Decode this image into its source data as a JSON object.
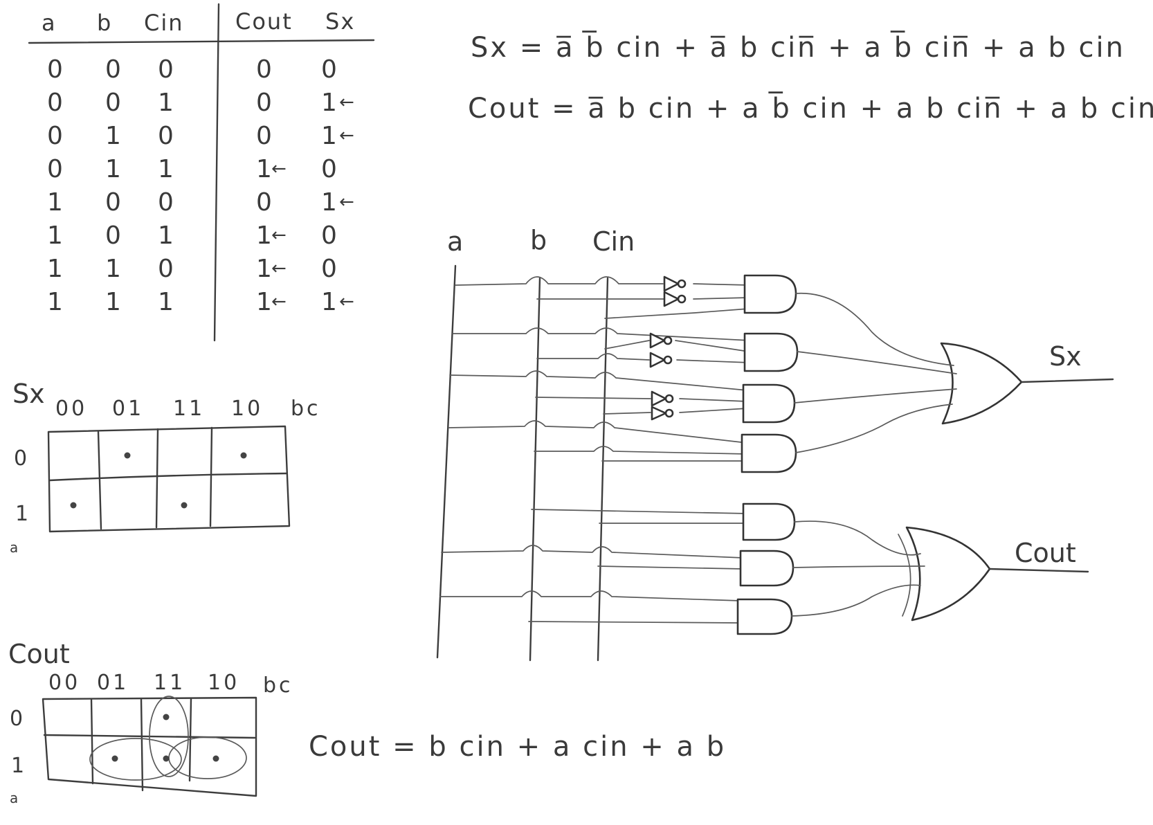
{
  "truth_table": {
    "headers": [
      "a",
      "b",
      "Cin",
      "Cout",
      "Sx"
    ],
    "rows": [
      [
        "0",
        "0",
        "0",
        "0",
        "0"
      ],
      [
        "0",
        "0",
        "1",
        "0",
        "1"
      ],
      [
        "0",
        "1",
        "0",
        "0",
        "1"
      ],
      [
        "0",
        "1",
        "1",
        "1",
        "0"
      ],
      [
        "1",
        "0",
        "0",
        "0",
        "1"
      ],
      [
        "1",
        "0",
        "1",
        "1",
        "0"
      ],
      [
        "1",
        "1",
        "0",
        "1",
        "0"
      ],
      [
        "1",
        "1",
        "1",
        "1",
        "1"
      ]
    ],
    "arrow": "←"
  },
  "equations": {
    "sx": "Sx = a̅ b̅ cin + a̅ b cin̅ + a b̅ cin̅ + a b cin",
    "cout": "Cout = a̅ b cin + a b̅ cin + a b cin̅ + a b cin",
    "cout_simplified": "Cout = b cin + a cin + a b"
  },
  "kmap_sx": {
    "title": "Sx",
    "col_headers": [
      "00",
      "01",
      "11",
      "10"
    ],
    "col_var": "bc",
    "row_headers": [
      "0",
      "1"
    ],
    "row_var": "a",
    "marked_cells": [
      [
        0,
        1
      ],
      [
        0,
        3
      ],
      [
        1,
        0
      ],
      [
        1,
        2
      ]
    ]
  },
  "kmap_cout": {
    "title": "Cout",
    "col_headers": [
      "00",
      "01",
      "11",
      "10"
    ],
    "col_var": "bc",
    "row_headers": [
      "0",
      "1"
    ],
    "row_var": "a",
    "marked_cells": [
      [
        0,
        2
      ],
      [
        1,
        1
      ],
      [
        1,
        2
      ],
      [
        1,
        3
      ]
    ]
  },
  "circuit": {
    "inputs": [
      "a",
      "b",
      "Cin"
    ],
    "outputs": [
      "Sx",
      "Cout"
    ]
  }
}
